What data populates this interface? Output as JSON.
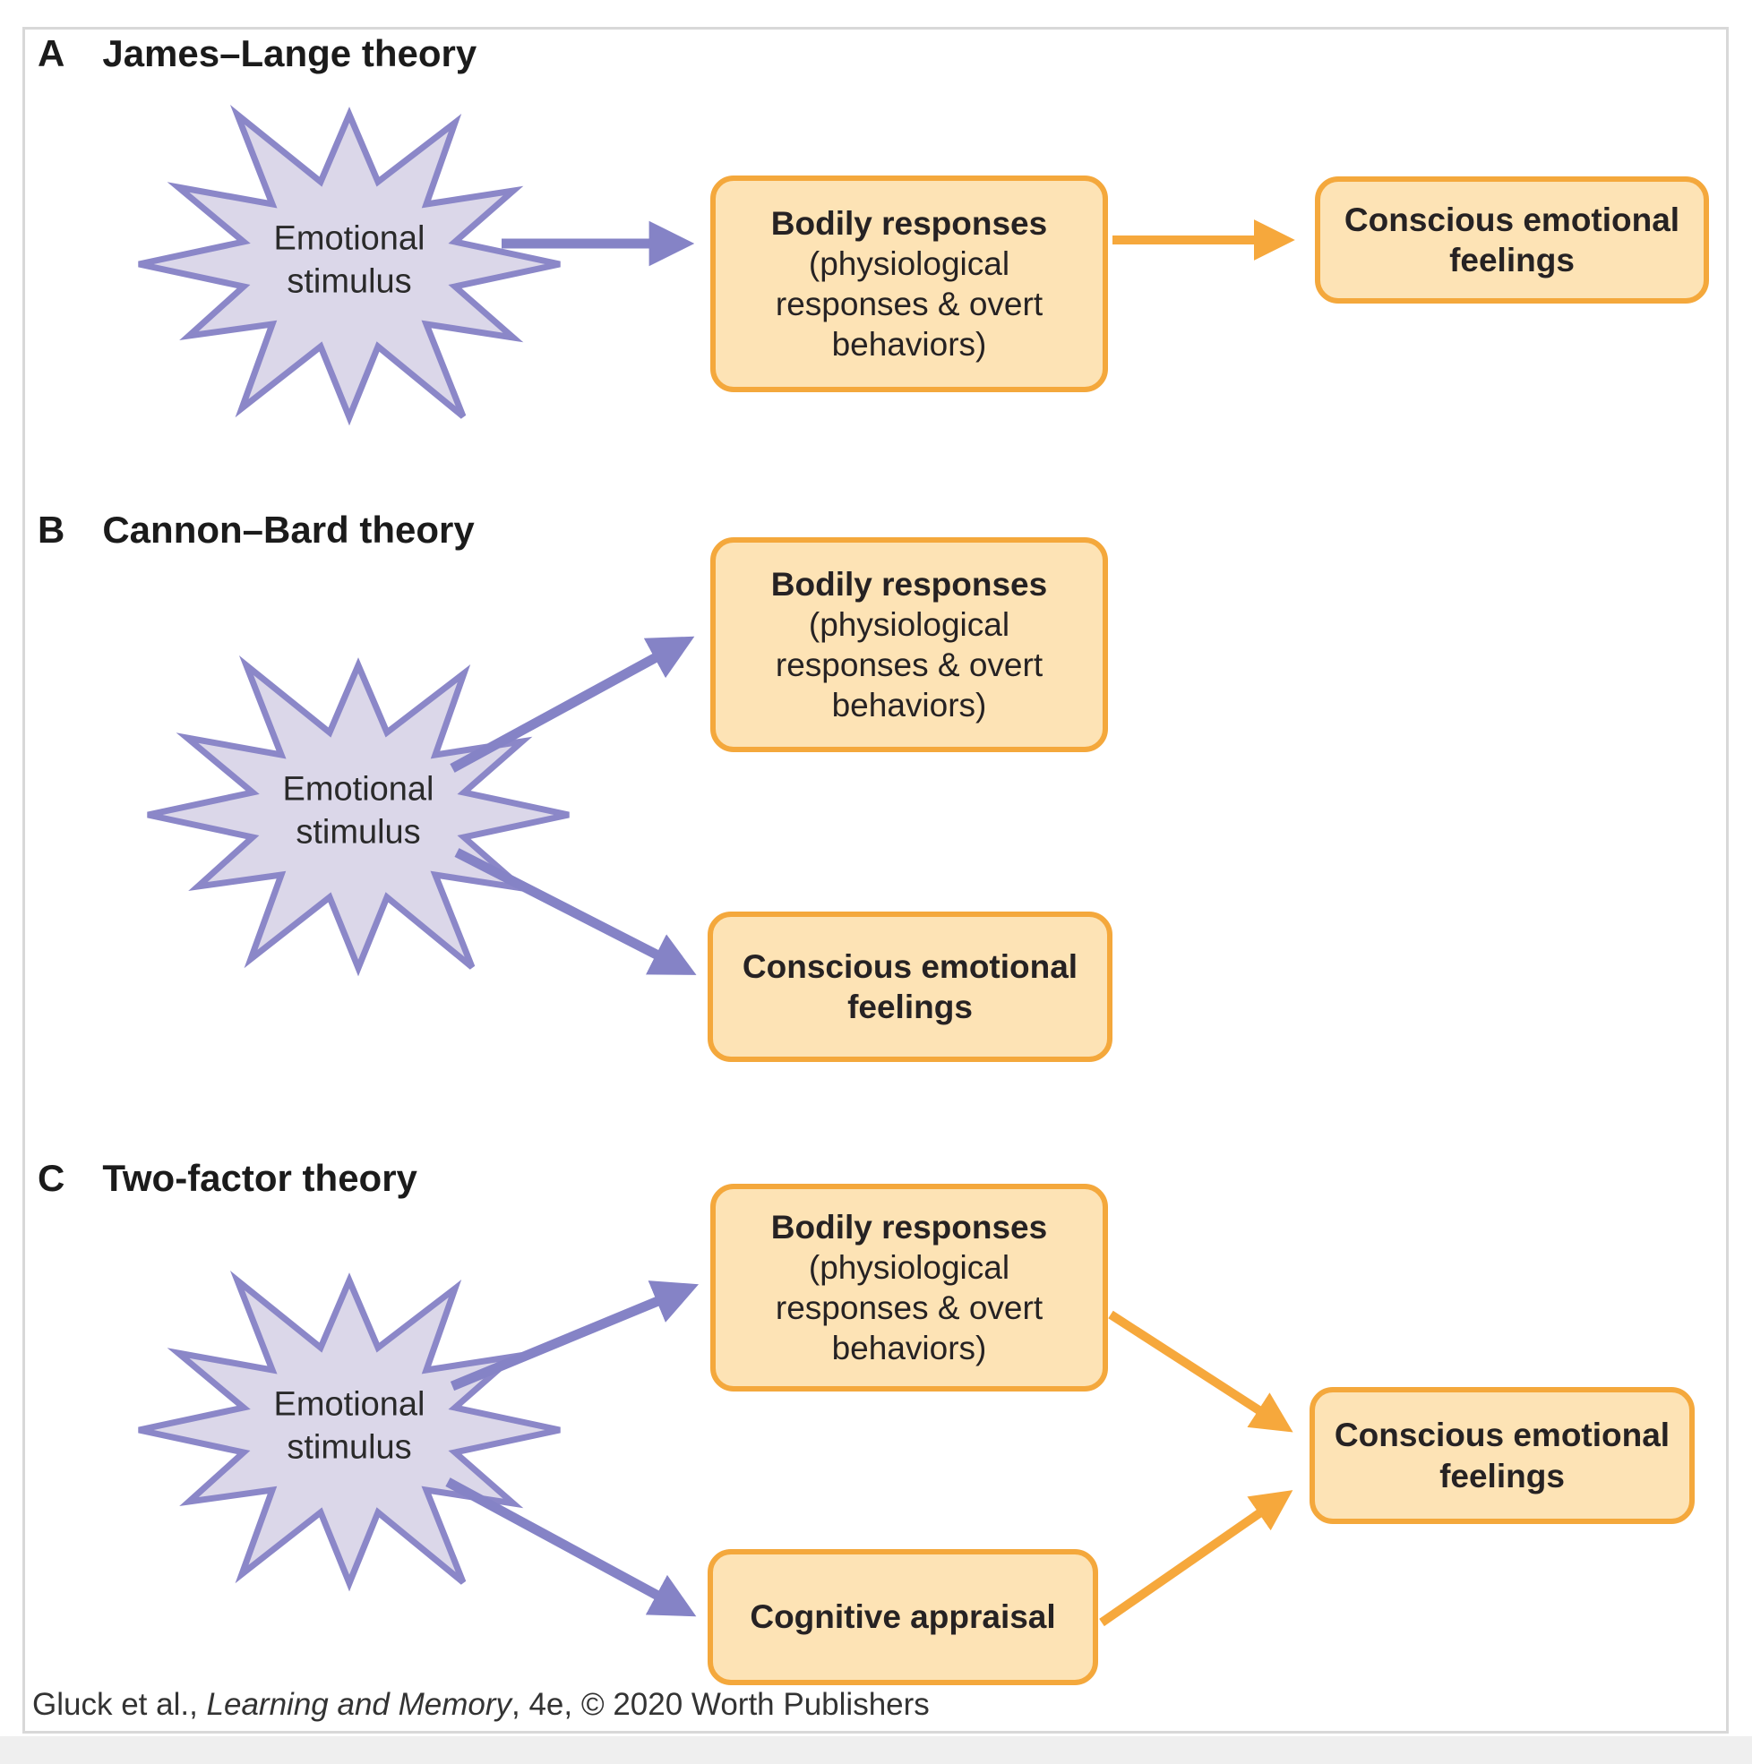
{
  "sections": [
    {
      "letter": "A",
      "title": "James–Lange theory"
    },
    {
      "letter": "B",
      "title": "Cannon–Bard theory"
    },
    {
      "letter": "C",
      "title": "Two-factor theory"
    }
  ],
  "nodes": {
    "stimulus": "Emotional stimulus",
    "bodily_title": "Bodily responses",
    "bodily_sub": "(physiological responses & overt behaviors)",
    "conscious": "Conscious emotional feelings",
    "cognitive": "Cognitive appraisal"
  },
  "footer": {
    "prefix": "Gluck et al., ",
    "book": "Learning and Memory",
    "suffix": ", 4e, © 2020 Worth Publishers"
  },
  "colors": {
    "star_fill": "#dbd7e9",
    "star_stroke": "#8b87c8",
    "box_fill": "#fde3b5",
    "box_stroke": "#f4a83c",
    "arrow_purple": "#8583c6",
    "arrow_orange": "#f6a83c",
    "panel_border": "#d8d8d8",
    "bottom_bar": "#efefef"
  }
}
